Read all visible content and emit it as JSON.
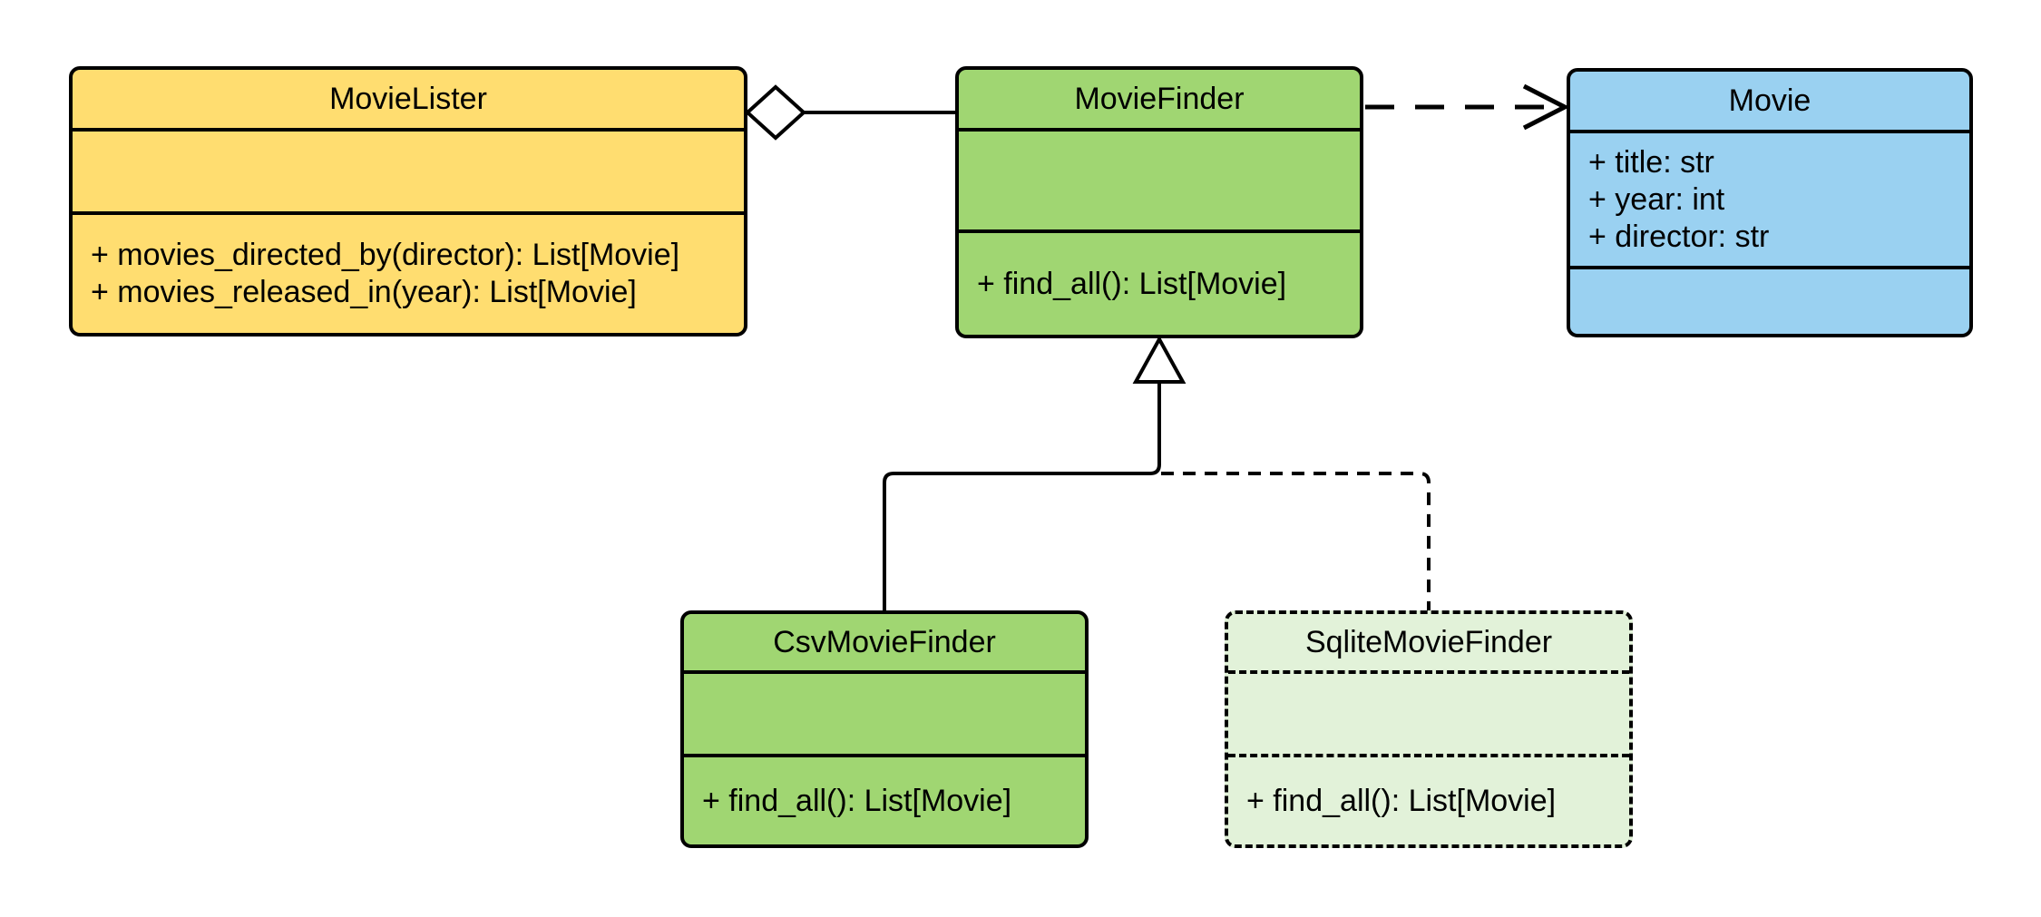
{
  "classes": {
    "movie_lister": {
      "name": "MovieLister",
      "attributes": [],
      "methods": [
        "+ movies_directed_by(director): List[Movie]",
        "+ movies_released_in(year): List[Movie]"
      ]
    },
    "movie_finder": {
      "name": "MovieFinder",
      "attributes": [],
      "methods": [
        "+ find_all(): List[Movie]"
      ]
    },
    "movie": {
      "name": "Movie",
      "attributes": [
        "+ title: str",
        "+ year: int",
        "+ director: str"
      ],
      "methods": []
    },
    "csv_movie_finder": {
      "name": "CsvMovieFinder",
      "attributes": [],
      "methods": [
        "+ find_all(): List[Movie]"
      ]
    },
    "sqlite_movie_finder": {
      "name": "SqliteMovieFinder",
      "attributes": [],
      "methods": [
        "+ find_all(): List[Movie]"
      ]
    }
  },
  "relationships": [
    {
      "type": "aggregation",
      "from": "MovieLister",
      "to": "MovieFinder",
      "line": "solid",
      "marker": "open-diamond"
    },
    {
      "type": "dependency",
      "from": "MovieFinder",
      "to": "Movie",
      "line": "dashed",
      "marker": "open-arrow"
    },
    {
      "type": "inheritance",
      "from": "CsvMovieFinder",
      "to": "MovieFinder",
      "line": "solid",
      "marker": "hollow-triangle"
    },
    {
      "type": "inheritance",
      "from": "SqliteMovieFinder",
      "to": "MovieFinder",
      "line": "dashed",
      "marker": "hollow-triangle"
    }
  ],
  "colors": {
    "movie_lister_fill": "#FFDD70",
    "movie_finder_fill": "#A0D672",
    "movie_fill": "#9AD1F1",
    "csv_movie_finder_fill": "#A0D672",
    "sqlite_movie_finder_fill": "#E2F2D9",
    "stroke": "#000000",
    "background": "#FFFFFF"
  }
}
